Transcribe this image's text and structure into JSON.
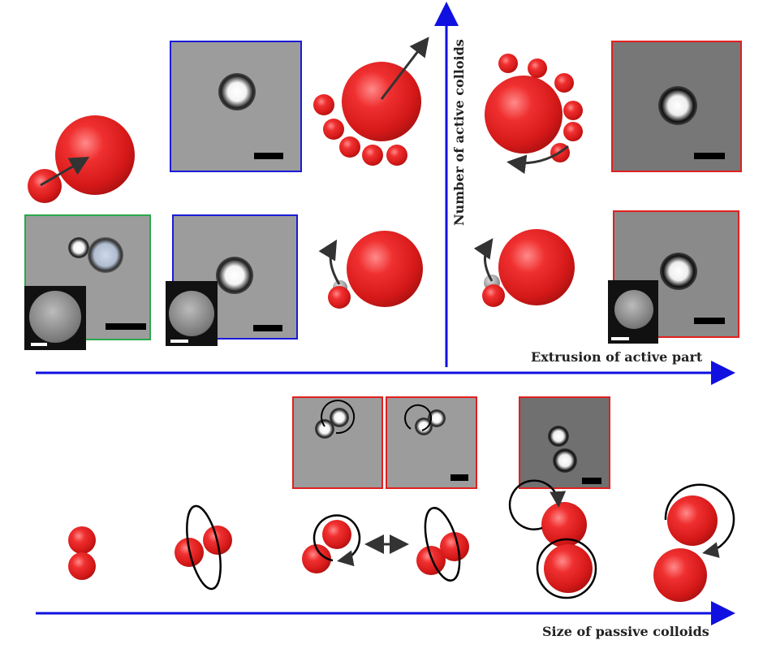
{
  "axes": {
    "vertical_label": "Number of active colloids",
    "horizontal_top_label": "Extrusion of active part",
    "horizontal_bottom_label": "Size of passive colloids"
  },
  "colors": {
    "axis": "#1010e0",
    "frame_green": "#2aa84a",
    "frame_blue": "#1a1ad8",
    "frame_red": "#e02020",
    "sphere": "#e02020"
  }
}
